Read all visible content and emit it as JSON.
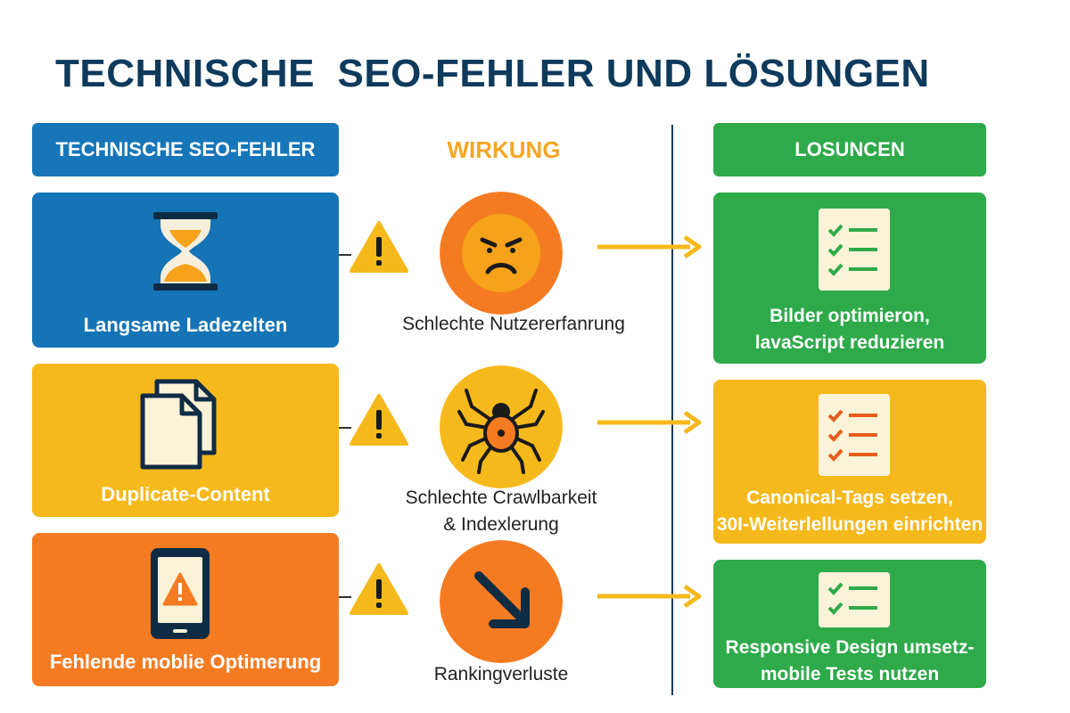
{
  "title": "TECHNISCHE  SEO-FEHLER UND LÖSUNGEN",
  "headers": {
    "problems": "TECHNISCHE SEO-FEHLER",
    "effect": "WIRKUNG",
    "solutions": "LOSUNCEN"
  },
  "rows": [
    {
      "problem": "Langsame Ladezelten",
      "problem_icon": "hourglass-icon",
      "effect": "Schlechte Nutzererfanrung",
      "effect_icon": "angry-face-icon",
      "solution_line1": "Bilder optimieron,",
      "solution_line2": "lavaScript reduzieren"
    },
    {
      "problem": "Duplicate-Content",
      "problem_icon": "duplicate-documents-icon",
      "effect_line1": "Schlechte Crawlbarkeit",
      "effect_line2": "& Indexlerung",
      "effect_icon": "spider-icon",
      "solution_line1": "Canonical-Tags setzen,",
      "solution_line2": "30I-Weiterlellungen einrichten"
    },
    {
      "problem": "Fehlende moblie Optimerung",
      "problem_icon": "smartphone-warning-icon",
      "effect": "Rankingverluste",
      "effect_icon": "down-right-arrow-icon",
      "solution_line1": "Responsive Design umsetz-",
      "solution_line2": "mobile Tests nutzen"
    }
  ],
  "colors": {
    "title": "#0e3a5c",
    "blue": "#1574b6",
    "yellow": "#f6b91c",
    "orange": "#f57b22",
    "green": "#2eaa4a",
    "warning": "#f6b91c",
    "arrow": "#f6b91c"
  }
}
